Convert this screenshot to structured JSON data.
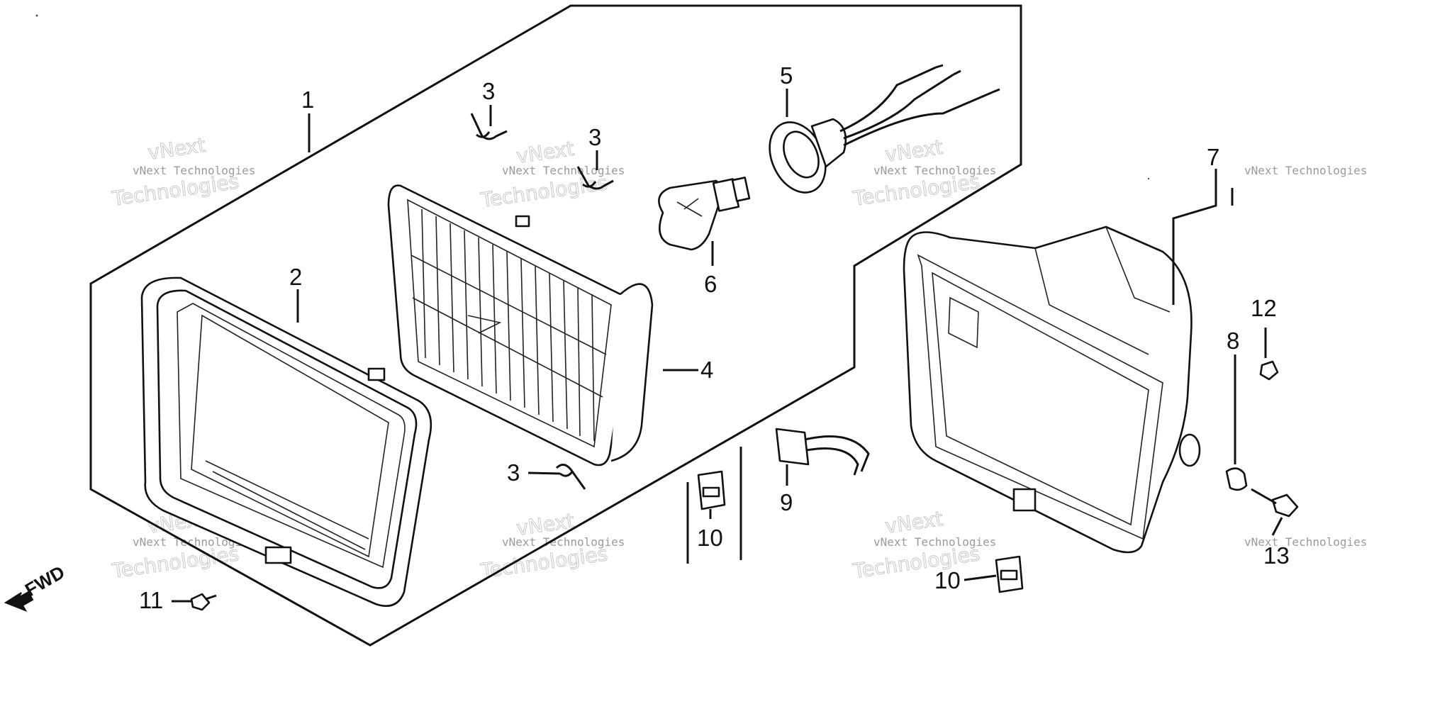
{
  "diagram": {
    "labels": {
      "p1": "1",
      "p2": "2",
      "p3a": "3",
      "p3b": "3",
      "p3c": "3",
      "p4": "4",
      "p5": "5",
      "p6": "6",
      "p7": "7",
      "p8": "8",
      "p9": "9",
      "p10a": "10",
      "p10b": "10",
      "p11": "11",
      "p12": "12",
      "p13": "13"
    },
    "direction_label": "FWD",
    "watermark": {
      "line1": "vNext Technologies",
      "line2": "Technologies",
      "line3": "vNext"
    }
  }
}
